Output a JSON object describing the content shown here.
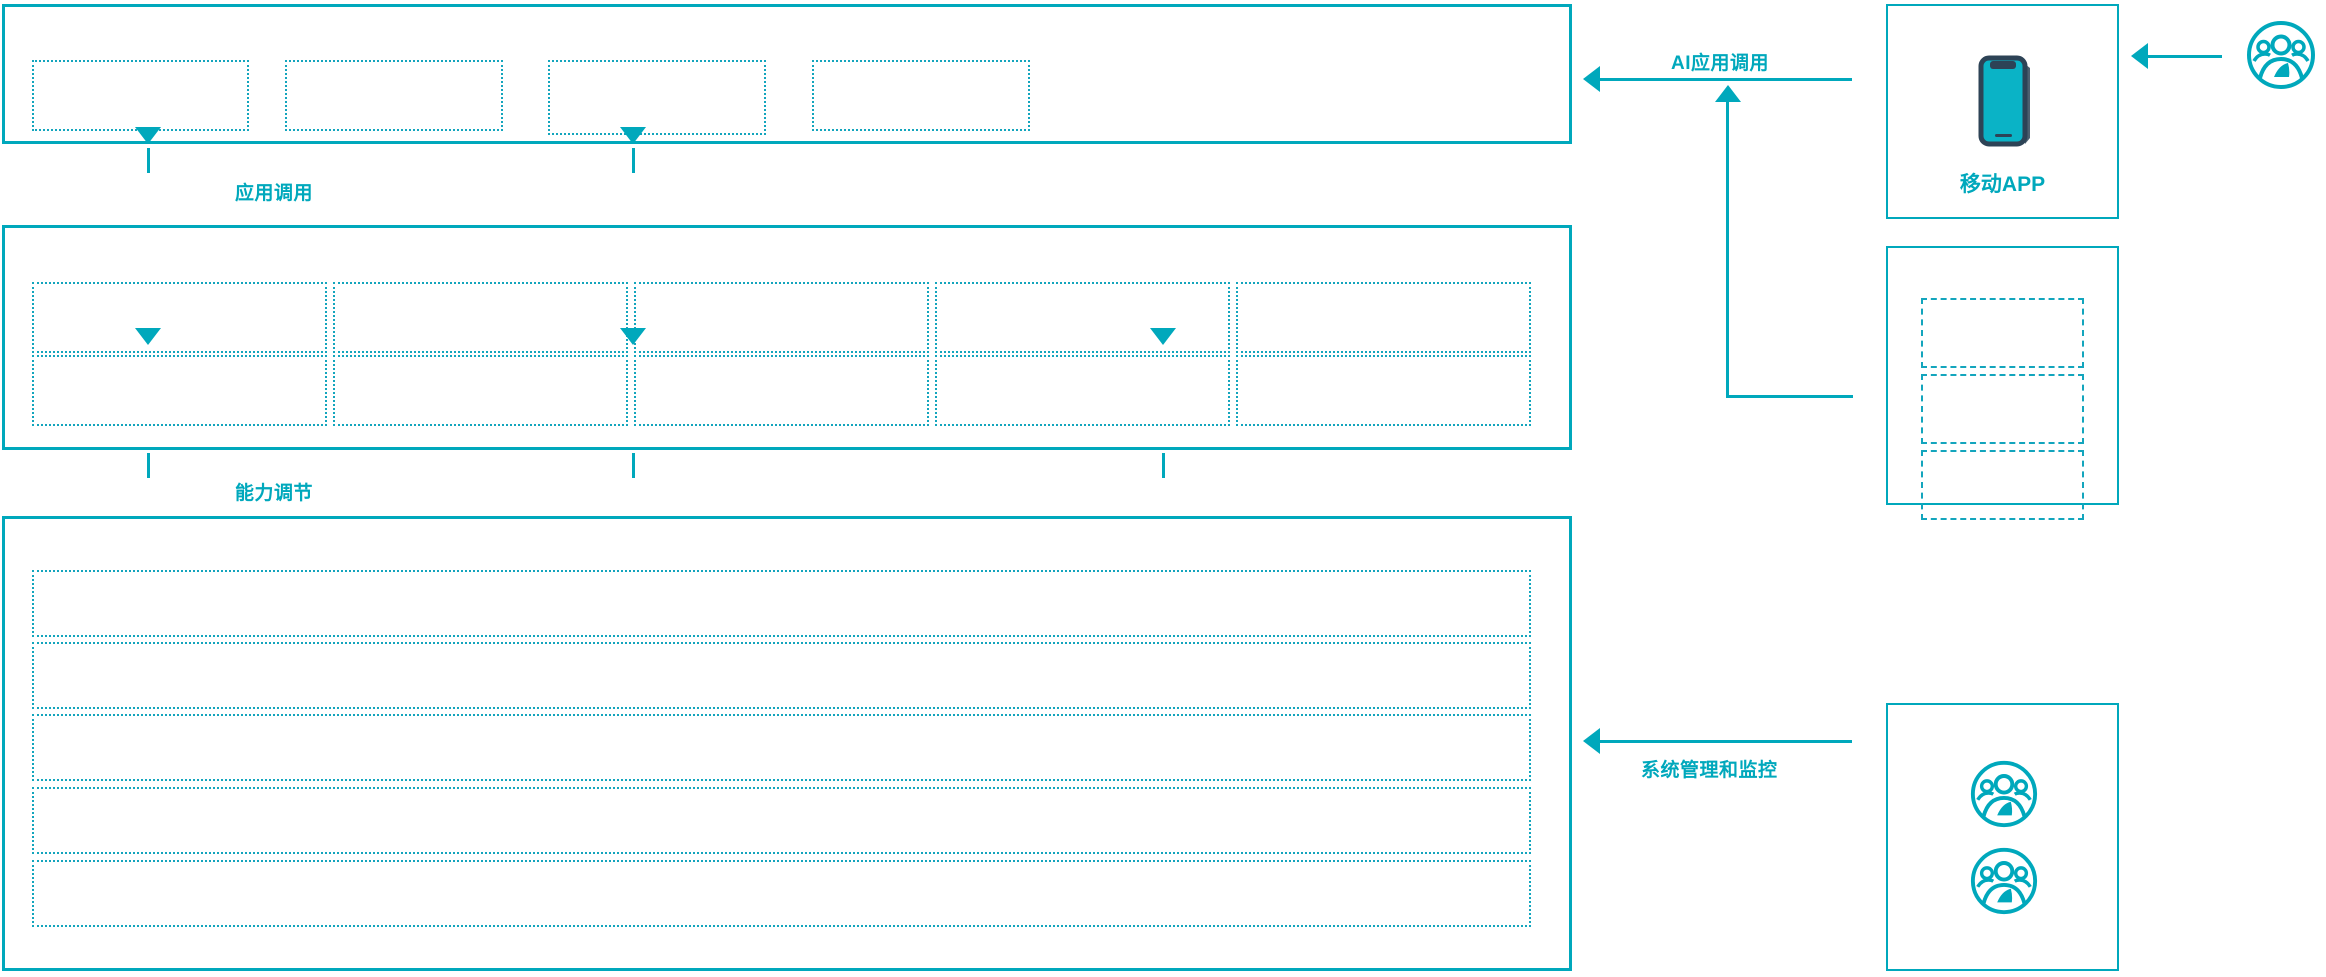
{
  "theme": {
    "accent": "#00a8bc",
    "dash_color": "#13a5bd",
    "phone_body": "#2d4356",
    "phone_screen": "#0ab3c6",
    "background": "#ffffff"
  },
  "layers": {
    "application_layer": {
      "name": "application-layer-panel",
      "blocks": [
        {
          "id": "app-block-1",
          "label": ""
        },
        {
          "id": "app-block-2",
          "label": ""
        },
        {
          "id": "app-block-3",
          "label": ""
        },
        {
          "id": "app-block-4",
          "label": ""
        }
      ]
    },
    "capability_layer": {
      "name": "capability-layer-panel",
      "columns": 5,
      "rows": 2,
      "blocks": [
        {
          "id": "cap-r1-c1",
          "label": ""
        },
        {
          "id": "cap-r1-c2",
          "label": ""
        },
        {
          "id": "cap-r1-c3",
          "label": ""
        },
        {
          "id": "cap-r1-c4",
          "label": ""
        },
        {
          "id": "cap-r1-c5",
          "label": ""
        },
        {
          "id": "cap-r2-c1",
          "label": ""
        },
        {
          "id": "cap-r2-c2",
          "label": ""
        },
        {
          "id": "cap-r2-c3",
          "label": ""
        },
        {
          "id": "cap-r2-c4",
          "label": ""
        },
        {
          "id": "cap-r2-c5",
          "label": ""
        }
      ]
    },
    "platform_layer": {
      "name": "platform-layer-panel",
      "rows": [
        {
          "id": "plat-row-1",
          "label": ""
        },
        {
          "id": "plat-row-2",
          "label": ""
        },
        {
          "id": "plat-row-3",
          "label": ""
        },
        {
          "id": "plat-row-4",
          "label": ""
        },
        {
          "id": "plat-row-5",
          "label": ""
        }
      ]
    }
  },
  "flows": {
    "app_invoke": {
      "label": "应用调用",
      "direction": "down",
      "arrows": 2
    },
    "capability_invoke": {
      "label": "能力调节",
      "direction": "down",
      "arrows": 3
    },
    "ai_app_invoke": {
      "label": "AI应用调用",
      "direction": "left"
    },
    "system_admin_monitor": {
      "label": "系统管理和监控",
      "direction": "left"
    }
  },
  "side_panels": {
    "mobile_app": {
      "name": "mobile-app-panel",
      "label": "移动APP",
      "icon": "mobile-phone-icon"
    },
    "service_stack": {
      "name": "service-stack-panel",
      "blocks": [
        {
          "id": "service-block-1",
          "label": ""
        },
        {
          "id": "service-block-2",
          "label": ""
        },
        {
          "id": "service-block-3",
          "label": ""
        }
      ]
    },
    "operators": {
      "name": "operators-panel",
      "icons": [
        {
          "id": "operator-icon-1",
          "icon": "user-group-icon"
        },
        {
          "id": "operator-icon-2",
          "icon": "user-group-icon"
        }
      ]
    },
    "external_user": {
      "name": "external-user-node",
      "icon": "user-group-icon",
      "label": ""
    }
  }
}
